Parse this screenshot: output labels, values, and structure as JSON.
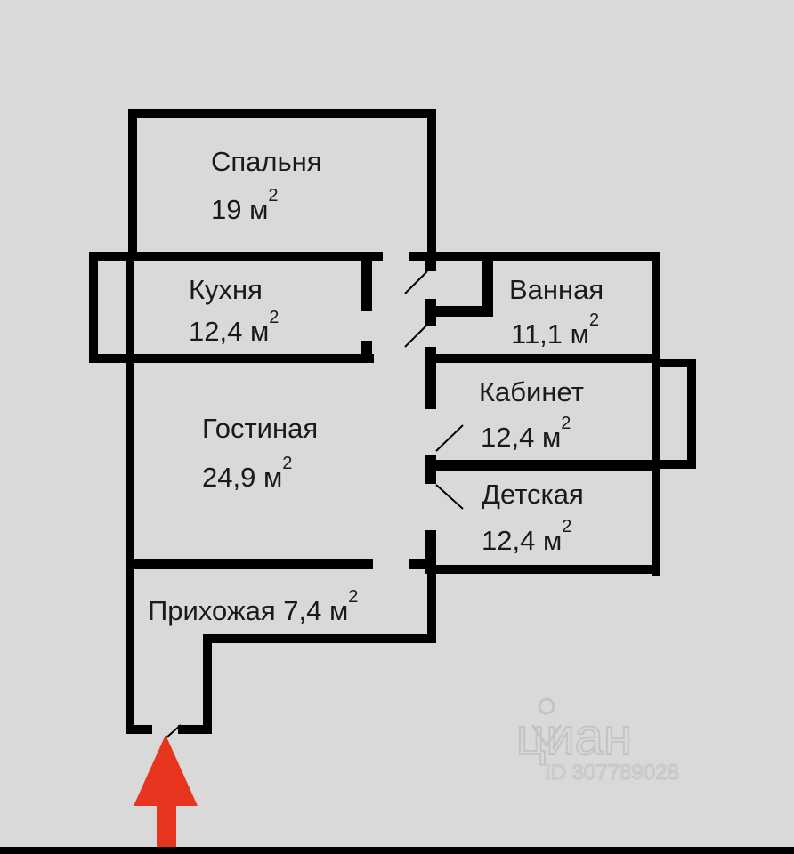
{
  "rooms": {
    "bedroom": {
      "name": "Спальня",
      "area": "19 м",
      "sup": "2"
    },
    "kitchen": {
      "name": "Кухня",
      "area": "12,4 м",
      "sup": "2"
    },
    "bathroom": {
      "name": "Ванная",
      "area": "11,1 м",
      "sup": "2"
    },
    "living": {
      "name": "Гостиная",
      "area": "24,9 м",
      "sup": "2"
    },
    "study": {
      "name": "Кабинет",
      "area": "12,4 м",
      "sup": "2"
    },
    "kids": {
      "name": "Детская",
      "area": "12,4 м",
      "sup": "2"
    },
    "hall": {
      "name": "Прихожая 7,4 м",
      "sup": "2"
    }
  },
  "watermark": {
    "brand": "циан",
    "id": "ID 307789028"
  },
  "colors": {
    "background": "#d9d9d9",
    "walls": "#000000",
    "entrance_arrow": "#e8351f"
  }
}
